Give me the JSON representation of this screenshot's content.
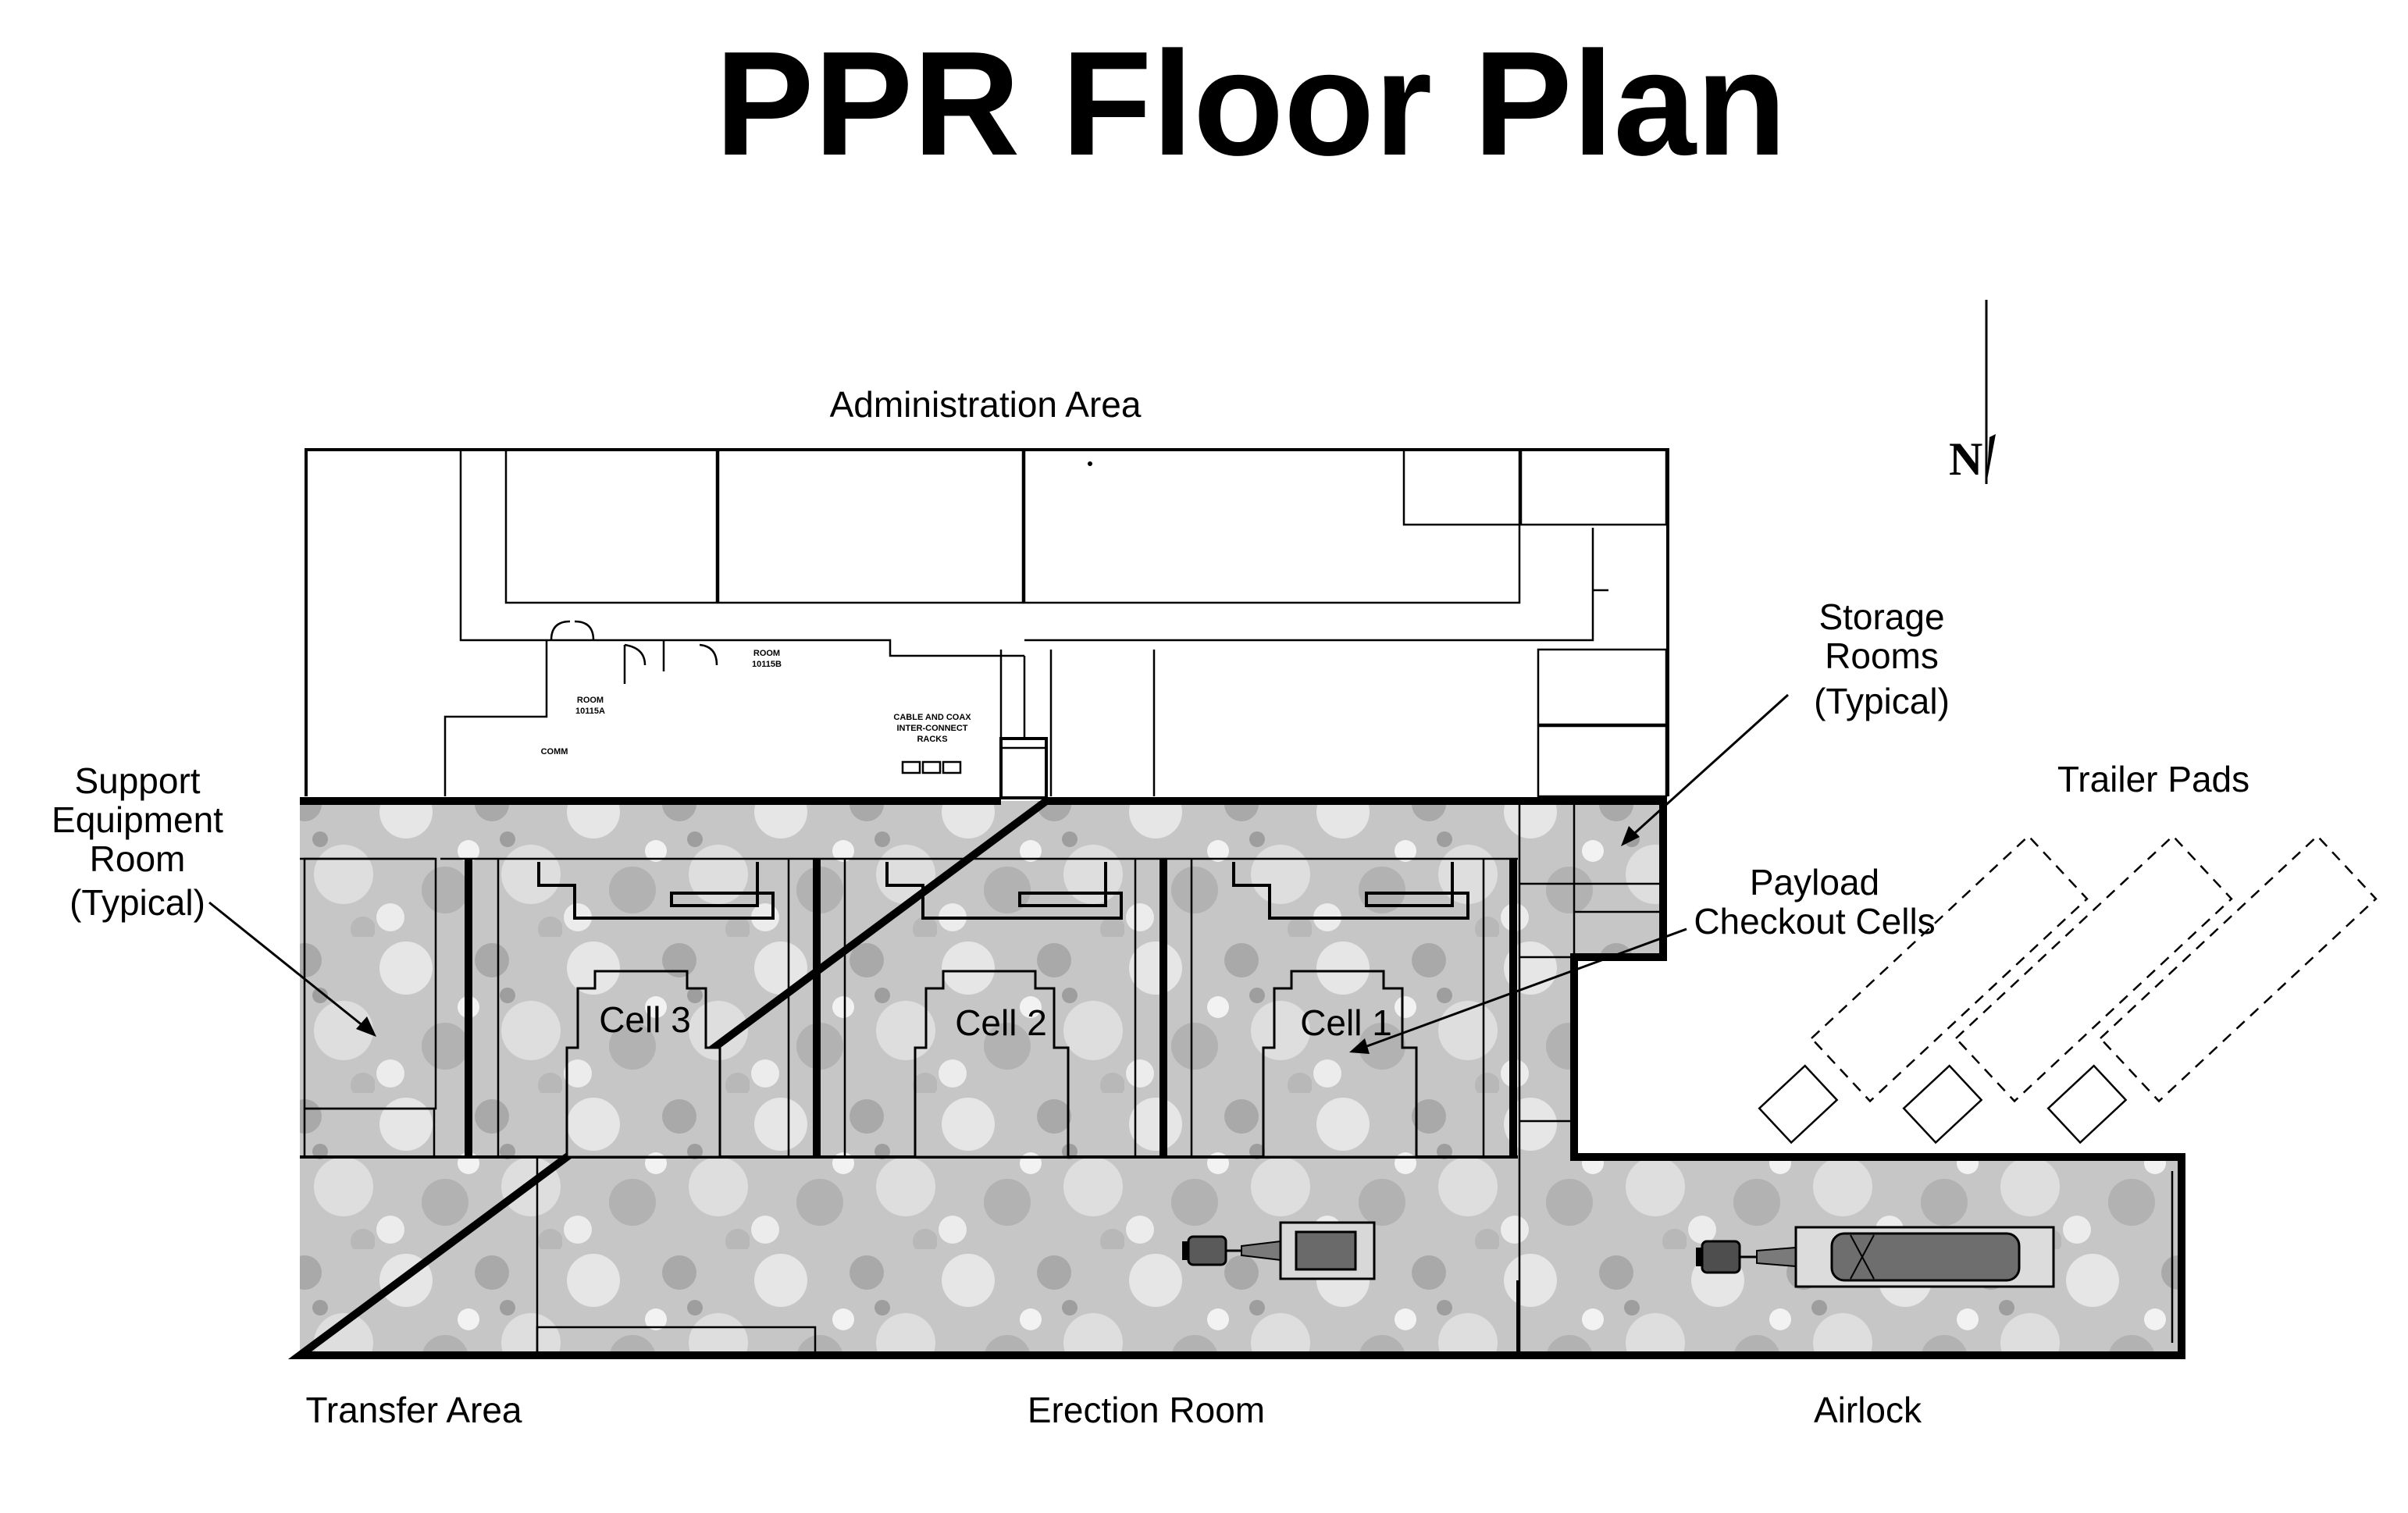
{
  "title": "PPR Floor Plan",
  "compass": {
    "label": "N"
  },
  "areas": {
    "administration": "Administration Area",
    "transfer": "Transfer Area",
    "erection": "Erection Room",
    "airlock": "Airlock",
    "trailer_pads": "Trailer Pads"
  },
  "cells": [
    "Cell 3",
    "Cell 2",
    "Cell 1"
  ],
  "callouts": {
    "support_equipment": [
      "Support",
      "Equipment",
      "Room",
      "(Typical)"
    ],
    "storage_rooms": [
      "Storage",
      "Rooms",
      "(Typical)"
    ],
    "payload_checkout": [
      "Payload",
      "Checkout Cells"
    ]
  },
  "room_tags": {
    "room_10115a": [
      "ROOM",
      "10115A"
    ],
    "room_10115b": [
      "ROOM",
      "10115B"
    ],
    "comm": "COMM",
    "cable_racks": [
      "CABLE AND COAX",
      "INTER-CONNECT",
      "RACKS"
    ]
  },
  "colors": {
    "floor": "#c4c4c4",
    "floor_light": "#e4e4e4",
    "ink": "#000000"
  }
}
